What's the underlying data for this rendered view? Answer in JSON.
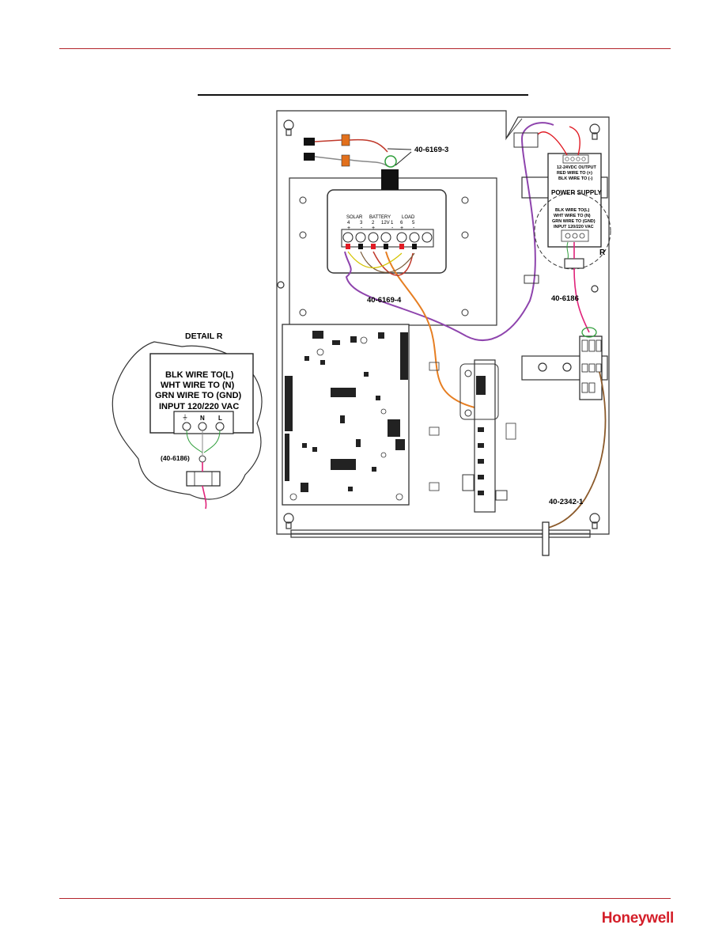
{
  "labels": {
    "harness_1": "40-6169-3",
    "harness_2": "40-6169-4",
    "ac_cable": "40-6186",
    "ground_wire": "40-2342-1",
    "detail_callout": "R"
  },
  "terminal_block": {
    "groups": [
      "SOLAR",
      "BATTERY",
      "LOAD"
    ],
    "battery_voltage": "12V",
    "numbers": [
      "4",
      "3",
      "2",
      "1",
      "6",
      "5"
    ],
    "polarity": [
      "+",
      "-",
      "+",
      "-",
      "+",
      "-"
    ]
  },
  "power_supply": {
    "output_lines": [
      "12-24VDC OUTPUT",
      "RED WIRE TO (+)",
      "BLK WIRE TO (-)"
    ],
    "title": "POWER SUPPLY",
    "input_lines": [
      "BLK WIRE TO(L)",
      "WHT WIRE TO (N)",
      "GRN WIRE TO (GND)",
      "INPUT 120/220 VAC"
    ]
  },
  "detail": {
    "title": "DETAIL R",
    "lines": [
      "BLK WIRE TO(L)",
      "WHT WIRE TO (N)",
      "GRN WIRE TO (GND)",
      "INPUT 120/220 VAC"
    ],
    "terminals": [
      "⏚",
      "N",
      "L"
    ],
    "cable_label": "(40-6186)"
  },
  "footer": {
    "brand": "Honeywell"
  },
  "colors": {
    "accent": "#b3242b",
    "brand": "#d41f2a"
  }
}
